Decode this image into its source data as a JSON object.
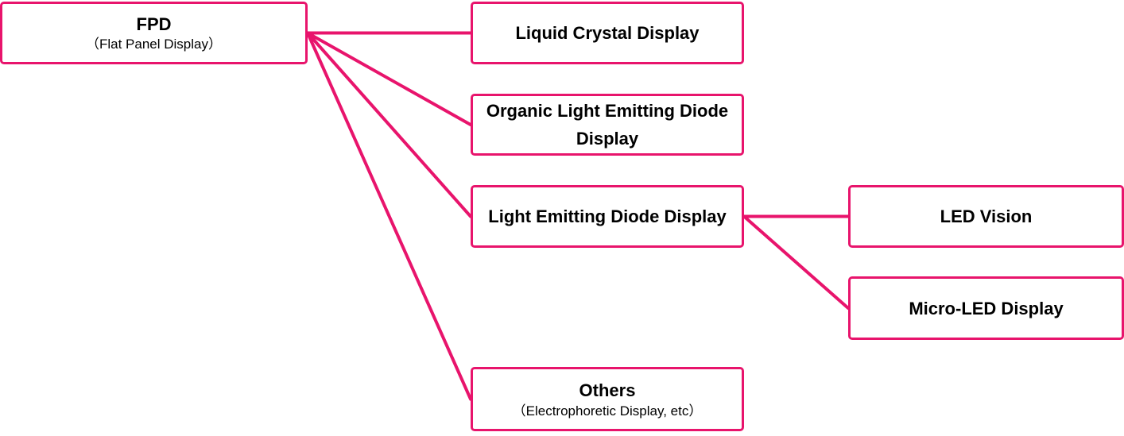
{
  "colors": {
    "stroke": "#e8146c",
    "box_fill": "#ffffff",
    "text": "#000000"
  },
  "diagram": {
    "root": {
      "title": "FPD",
      "subtitle": "（Flat Panel Display）"
    },
    "lcd": {
      "title": "Liquid Crystal Display"
    },
    "oled": {
      "title": "Organic Light Emitting Diode Display"
    },
    "led": {
      "title": "Light Emitting Diode Display"
    },
    "led_vision": {
      "title": "LED Vision"
    },
    "micro_led": {
      "title": "Micro-LED Display"
    },
    "others": {
      "title": "Others",
      "subtitle": "（Electrophoretic Display, etc）"
    },
    "edges": [
      {
        "from": "root",
        "to": "lcd"
      },
      {
        "from": "root",
        "to": "oled"
      },
      {
        "from": "root",
        "to": "led"
      },
      {
        "from": "root",
        "to": "others"
      },
      {
        "from": "led",
        "to": "led_vision"
      },
      {
        "from": "led",
        "to": "micro_led"
      }
    ]
  }
}
